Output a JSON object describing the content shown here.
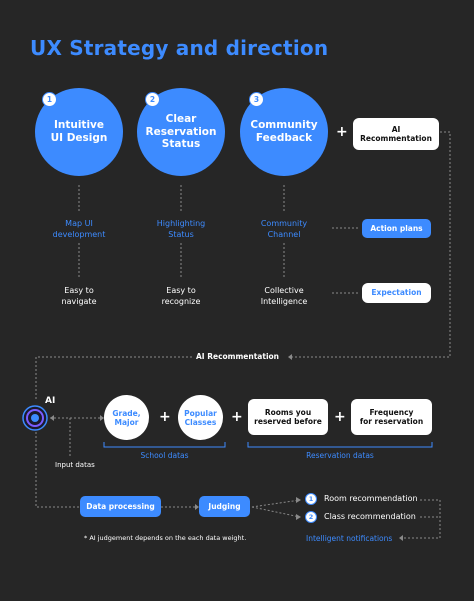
{
  "title": "UX Strategy and direction",
  "strategies": [
    {
      "num": "1",
      "name": "Intuitive\nUI Design",
      "method": "Map UI\ndevelopment",
      "goal": "Easy to\nnavigate"
    },
    {
      "num": "2",
      "name": "Clear\nReservation\nStatus",
      "method": "Highlighting\nStatus",
      "goal": "Easy to\nrecognize"
    },
    {
      "num": "3",
      "name": "Community\nFeedback",
      "method": "Community\nChannel",
      "goal": "Collective\nIntelligence"
    }
  ],
  "plus": "+",
  "ai_recommendation_box": "AI\nRecommentation",
  "action_plans": "Action plans",
  "expectation": "Expectation",
  "ai_recommentation_label": "AI Recommentation",
  "ai_label": "AI",
  "input_datas": "Input datas",
  "school_inputs": [
    "Grade,\nMajor",
    "Popular\nClasses"
  ],
  "school_datas": "School datas",
  "reservation_inputs": [
    "Rooms you\nreserved before",
    "Frequency\nfor reservation"
  ],
  "reservation_datas": "Reservation datas",
  "data_processing": "Data processing",
  "judging": "Judging",
  "outputs": [
    {
      "num": "1",
      "label": "Room recommendation"
    },
    {
      "num": "2",
      "label": "Class recommendation"
    }
  ],
  "intelligent_notifications": "Intelligent notifications",
  "footnote": "* AI judgement depends on the each data weight.",
  "colors": {
    "accent": "#3d8bff",
    "background": "#262626",
    "box": "#ffffff"
  }
}
